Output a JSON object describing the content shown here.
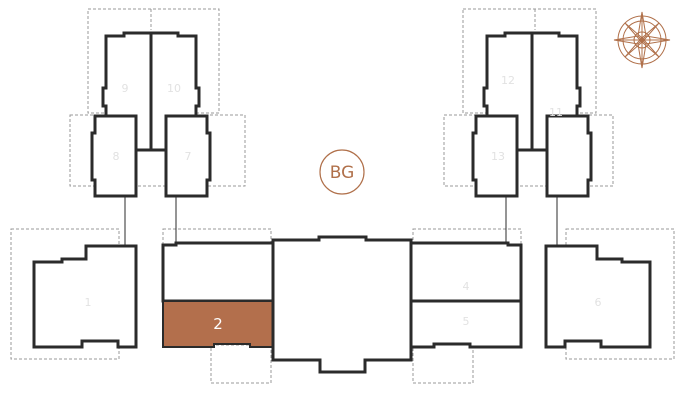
{
  "floor_code": "BG",
  "highlighted_unit": {
    "label": "2"
  },
  "faint_unit_labels": [
    "9",
    "10",
    "8",
    "7",
    "1",
    "4",
    "5",
    "6",
    "11",
    "12",
    "13"
  ],
  "colors": {
    "accent": "#b0704a",
    "highlight_fill": "#b36f4c",
    "wall": "#2b2b2b",
    "balcony": "#9a9a9a",
    "label_on_highlight": "#ffffff"
  },
  "compass_icon": "compass-rose-icon"
}
